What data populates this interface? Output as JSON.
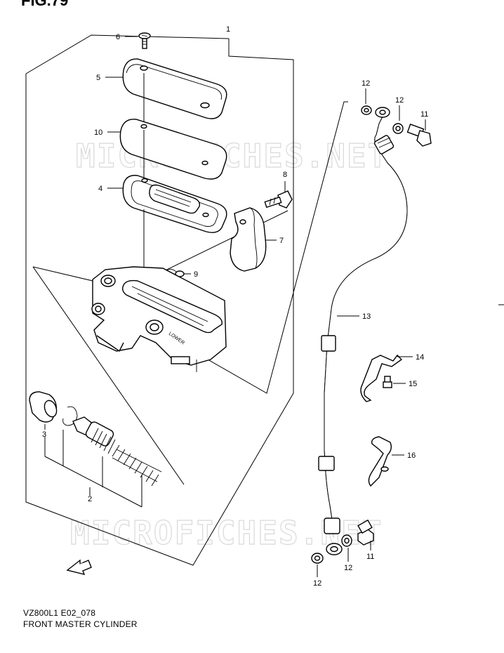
{
  "figure_title": "FIG.79",
  "watermarks": [
    "MICROFICHES.NET",
    "MICROFICHES.NET"
  ],
  "caption": {
    "model_code": "VZ800L1 E02_078",
    "title": "FRONT MASTER CYLINDER"
  },
  "body_marking": "LOWER",
  "fwd_label": "FWD",
  "callouts": [
    {
      "id": "c1",
      "label": "1"
    },
    {
      "id": "c2",
      "label": "2"
    },
    {
      "id": "c3",
      "label": "3"
    },
    {
      "id": "c4",
      "label": "4"
    },
    {
      "id": "c5",
      "label": "5"
    },
    {
      "id": "c6",
      "label": "6"
    },
    {
      "id": "c7",
      "label": "7"
    },
    {
      "id": "c8",
      "label": "8"
    },
    {
      "id": "c9",
      "label": "9"
    },
    {
      "id": "c10",
      "label": "10"
    },
    {
      "id": "c11a",
      "label": "11"
    },
    {
      "id": "c11b",
      "label": "11"
    },
    {
      "id": "c12a",
      "label": "12"
    },
    {
      "id": "c12b",
      "label": "12"
    },
    {
      "id": "c12c",
      "label": "12"
    },
    {
      "id": "c12d",
      "label": "12"
    },
    {
      "id": "c13",
      "label": "13"
    },
    {
      "id": "c14",
      "label": "14"
    },
    {
      "id": "c15",
      "label": "15"
    },
    {
      "id": "c16",
      "label": "16"
    }
  ]
}
